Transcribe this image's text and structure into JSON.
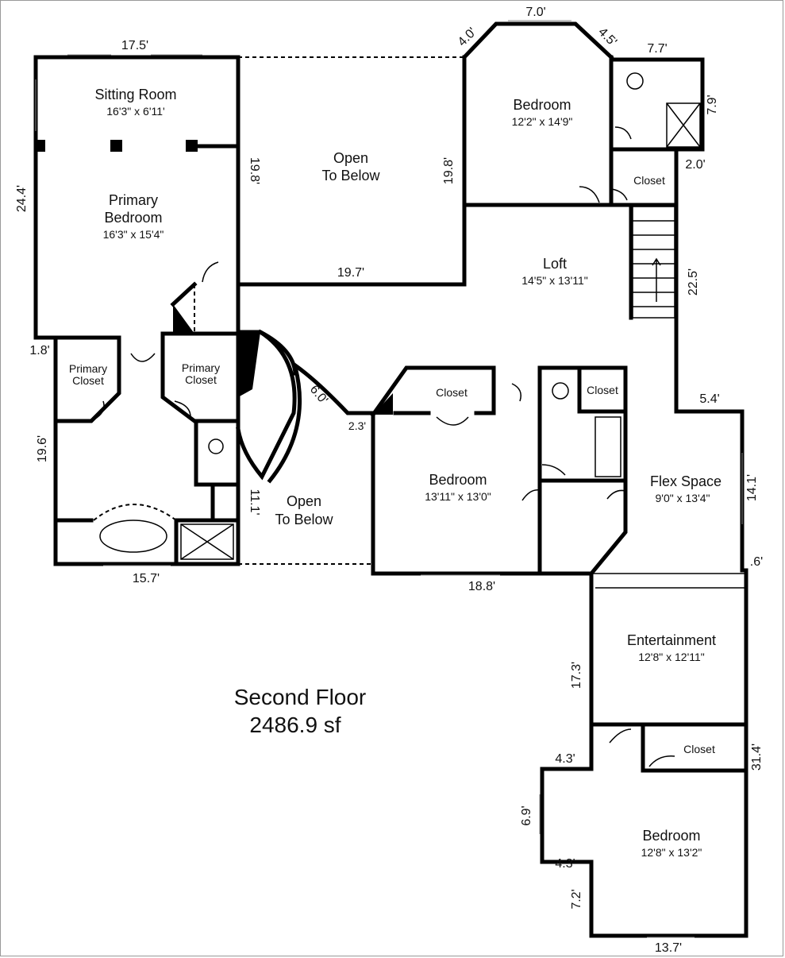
{
  "floor": {
    "title": "Second Floor",
    "area": "2486.9 sf"
  },
  "rooms": {
    "sitting_room": {
      "name": "Sitting Room",
      "dims": "16'3\" x 6'11'"
    },
    "primary_bedroom": {
      "name": "Primary\nBedroom",
      "name_l1": "Primary",
      "name_l2": "Bedroom",
      "dims": "16'3\" x 15'4\""
    },
    "open_below_top": {
      "name_l1": "Open",
      "name_l2": "To Below"
    },
    "bedroom_top": {
      "name": "Bedroom",
      "dims": "12'2\" x 14'9\""
    },
    "closet_top": {
      "name": "Closet"
    },
    "loft": {
      "name": "Loft",
      "dims": "14'5\" x 13'11\""
    },
    "primary_closet_left": {
      "name_l1": "Primary",
      "name_l2": "Closet"
    },
    "primary_closet_right": {
      "name_l1": "Primary",
      "name_l2": "Closet"
    },
    "open_below_mid": {
      "name_l1": "Open",
      "name_l2": "To Below"
    },
    "bedroom_mid": {
      "name": "Bedroom",
      "dims": "13'11\" x 13'0\""
    },
    "closet_mid": {
      "name": "Closet"
    },
    "closet_bath": {
      "name": "Closet"
    },
    "flex_space": {
      "name": "Flex Space",
      "dims": "9'0\" x 13'4\""
    },
    "entertainment": {
      "name": "Entertainment",
      "dims": "12'8\" x 12'11\""
    },
    "closet_bottom": {
      "name": "Closet"
    },
    "bedroom_bottom": {
      "name": "Bedroom",
      "dims": "12'8\" x 13'2\""
    }
  },
  "dimensions": {
    "d_17_5": "17.5'",
    "d_24_4": "24.4'",
    "d_19_8a": "19.8'",
    "d_19_8b": "19.8'",
    "d_19_7": "19.7'",
    "d_4_0": "4.0'",
    "d_7_0": "7.0'",
    "d_4_5": "4.5'",
    "d_7_7": "7.7'",
    "d_7_9": "7.9'",
    "d_2_0": "2.0'",
    "d_22_5": "22.5'",
    "d_1_8": "1.8'",
    "d_19_6": "19.6'",
    "d_15_7": "15.7'",
    "d_11_1": "11.1'",
    "d_6_0": "6.0'",
    "d_2_3": "2.3'",
    "d_18_8": "18.8'",
    "d_5_4": "5.4'",
    "d_14_1": "14.1'",
    "d_0_6": ".6'",
    "d_17_3": "17.3'",
    "d_31_4": "31.4'",
    "d_4_3a": "4.3'",
    "d_6_9": "6.9'",
    "d_4_3b": "4.3'",
    "d_7_2": "7.2'",
    "d_13_7": "13.7'"
  }
}
